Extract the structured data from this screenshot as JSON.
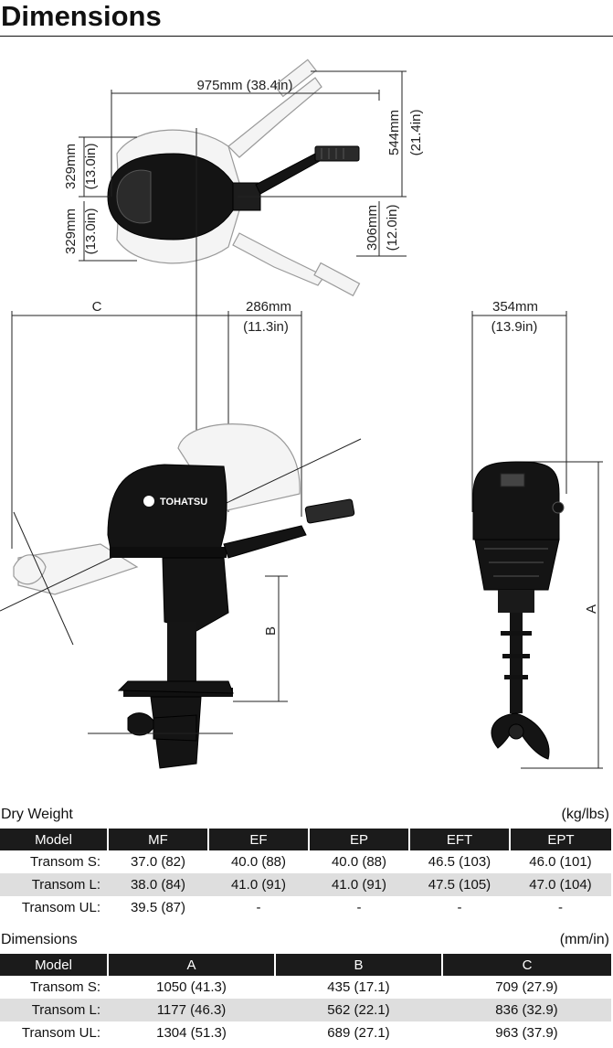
{
  "page": {
    "title": "Dimensions"
  },
  "drawing": {
    "brand_logo": "TOHATSU",
    "dims": {
      "width_total": "975mm (38.4in)",
      "height_top": "544mm",
      "height_top_in": "(21.4in)",
      "half_width_upper": "329mm",
      "half_width_upper_in": "(13.0in)",
      "half_width_lower": "329mm",
      "half_width_lower_in": "(13.0in)",
      "tiller_offset": "306mm",
      "tiller_offset_in": "(12.0in)",
      "label_c": "C",
      "transom_clamp": "286mm",
      "transom_clamp_in": "(11.3in)",
      "rear_width": "354mm",
      "rear_width_in": "(13.9in)",
      "label_a": "A",
      "label_b": "B"
    }
  },
  "dry_weight": {
    "title": "Dry Weight",
    "unit": "(kg/lbs)",
    "headers": [
      "Model",
      "MF",
      "EF",
      "EP",
      "EFT",
      "EPT"
    ],
    "rows": [
      [
        "Transom S:",
        "37.0 (82)",
        "40.0 (88)",
        "40.0 (88)",
        "46.5 (103)",
        "46.0 (101)"
      ],
      [
        "Transom L:",
        "38.0 (84)",
        "41.0 (91)",
        "41.0 (91)",
        "47.5 (105)",
        "47.0 (104)"
      ],
      [
        "Transom UL:",
        "39.5 (87)",
        "-",
        "-",
        "-",
        "-"
      ]
    ]
  },
  "dimensions_table": {
    "title": "Dimensions",
    "unit": "(mm/in)",
    "headers": [
      "Model",
      "A",
      "B",
      "C"
    ],
    "rows": [
      [
        "Transom S:",
        "1050 (41.3)",
        "435 (17.1)",
        "709 (27.9)"
      ],
      [
        "Transom L:",
        "1177 (46.3)",
        "562 (22.1)",
        "836 (32.9)"
      ],
      [
        "Transom UL:",
        "1304 (51.3)",
        "689 (27.1)",
        "963 (37.9)"
      ]
    ]
  }
}
